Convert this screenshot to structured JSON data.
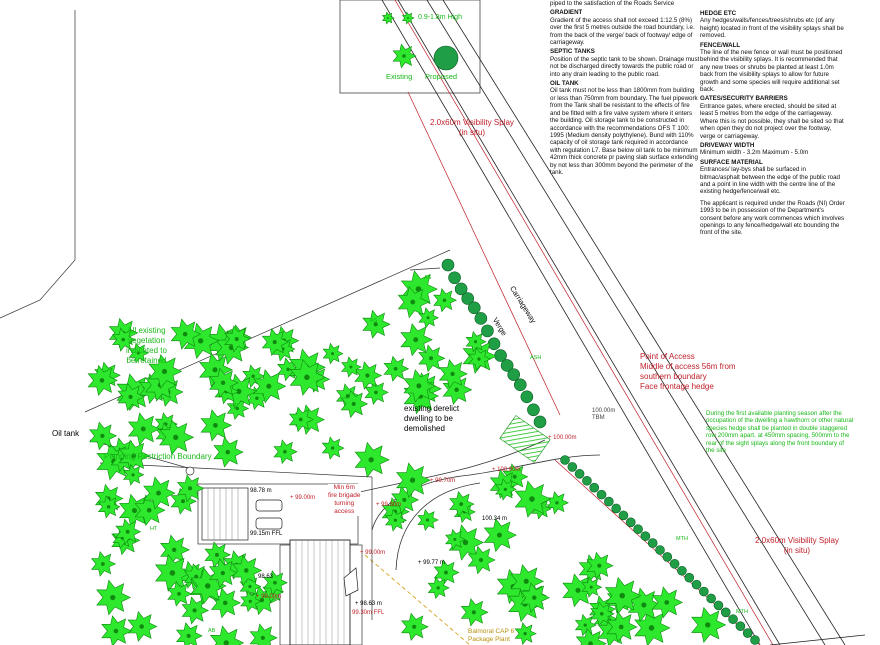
{
  "legend": {
    "row1_label": "0.9-1.8m High",
    "existing_label": "Existing",
    "proposed_label": "Proposed"
  },
  "notes_middle": {
    "top_line": "piped to the satisfaction of the Roads Service",
    "gradient_title": "GRADIENT",
    "gradient_text": "Gradient of the access shall not exceed 1:12.5 (8%) over the first 5 metres outside the road boundary, i.e. from the back of the verge/ back of footway/ edge of carriageway.",
    "septic_title": "SEPTIC TANKS",
    "septic_text": "Position of the septic tank to be shown. Drainage must not be discharged directly towards the public road or into any drain leading to the public road.",
    "oil_title": "OIL TANK",
    "oil_text": "Oil tank must not be less than 1800mm from building or less than 750mm from boundary. The fuel pipework from the Tank shall be resistant to the effects of fire and be fitted with a fire valve system where it enters the building. Oil storage tank to be constructed in accordance with the recommendations OFS T 100: 1995 (Medium density polythylene). Bund with 110% capacity of oil storage tank required in accordance with regulation L7. Base below oil tank to be minimum 42mm thick concrete pr paving slab surface extending by not less than 300mm beyond the perimeter of the tank."
  },
  "notes_right": {
    "hedge_title": "HEDGE ETC",
    "hedge_text": "Any hedges/walls/fences/trees/shrubs etc (of any height) located in front of the visibility splays shall be removed.",
    "fence_title": "FENCE/WALL",
    "fence_text": "The line of the new fence or wall must be positioned behind the visibility splays. It is recommended that any new trees or shrubs be planted at least 1.0m back from the visibility splays to allow for future growth and some species will require additional set back.",
    "gates_title": "GATES/SECURITY BARRIERS",
    "gates_text": "Entrance gates, where erected, should be sited at least 5 metres from the edge of the carriageway. Where this is not possible, they shall be sited so that when open they do not project over the footway, verge or carriageway.",
    "driveway_title": "DRIVEWAY WIDTH",
    "driveway_text": "Minimum width - 3.2m Maximum - 5.0m",
    "surface_title": "SURFACE MATERIAL",
    "surface_text": "Entrances/ lay-bys shall be surfaced in bitmac/asphalt between the edge of the public road and a point in line width with the centre line of the existing hedge/fence/wall etc.",
    "approval_text": "The applicant is required under the Roads (NI) Order 1993 to be in possession of the Department's consent before any work commences which involves openings to any fence/hedge/wall etc bounding the front of the site."
  },
  "planting_note": "During the first available planting season after the occupation of the dwelling a hawthorn or other natural species hedge shall be planted in double staggered row 200mm apart, at 450mm spacing, 500mm to the rear of the sight splays along the front boundary of the site",
  "labels": {
    "splay_top": "2.0x60m Visibility Splay\n(in situ)",
    "splay_bottom": "2.0x60m Visibility Splay\n(in situ)",
    "carriageway": "Carriageway",
    "verge": "Verge",
    "existing_vegetation": "All existing\nvegetation\nindicated to\nbe retained",
    "point_of_access": "Point of Access\nMiddle of access 56m from\nsouthern boundary\nFace frontage hedge",
    "derelict": "existing derelict\ndwelling to be\ndemolished",
    "oil_tank": "Oil tank",
    "planning_boundary": "Planning Restriction Boundary",
    "fire_brigade": "Min 6m\nfire brigade\nturning\naccess",
    "ffl_house": "99.15m FFL",
    "ffl_house2": "99.30m FFL",
    "baldoyle": "Balmoral CAP 6\nPackage Plant",
    "tbm": "100.00m\nTBM"
  },
  "levels": [
    {
      "t": "+ 100.00m"
    },
    {
      "t": "+ 100.00m"
    },
    {
      "t": "+ 99.70m"
    },
    {
      "t": "+ 99.00m"
    },
    {
      "t": "+ 99.30m"
    },
    {
      "t": "+ 99.00m"
    },
    {
      "t": "+ 99.00m"
    },
    {
      "t": "98.78 m"
    },
    {
      "t": "98.63"
    },
    {
      "t": "+ 98.63 m"
    },
    {
      "t": "100.34 m"
    },
    {
      "t": "+ 99.77 m"
    }
  ],
  "tree_tags": {
    "ht": "HT",
    "as": "AS",
    "ca": "CA",
    "ash": "ASH",
    "mth": "MTH",
    "ab": "AB"
  },
  "colors": {
    "tree_fill": "#2ee82e",
    "tree_stroke": "#0f8a0f",
    "hedge_fill": "#1f9e45",
    "road_line": "#222222",
    "splay_line": "#c0202a",
    "text_red": "#c0202a",
    "text_green": "#18b818",
    "access_hatch": "#18c018"
  }
}
